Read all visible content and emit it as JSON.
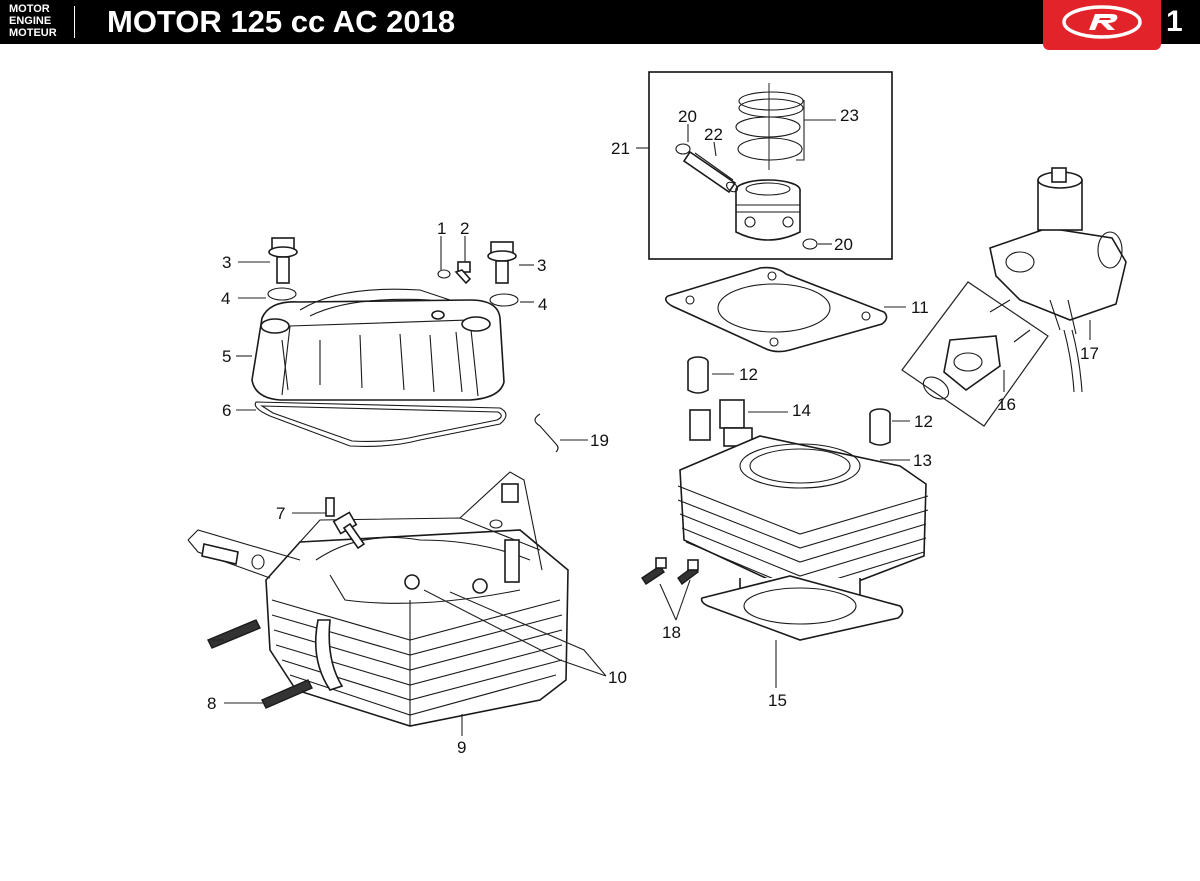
{
  "header": {
    "section_lines": [
      "MOTOR",
      "ENGINE",
      "MOTEUR"
    ],
    "title": "MOTOR 125 cc AC 2018",
    "page_number": "1",
    "bar_color": "#000000",
    "brand_color": "#e3232a"
  },
  "callouts": [
    {
      "id": "c1",
      "text": "1"
    },
    {
      "id": "c2",
      "text": "2"
    },
    {
      "id": "c3a",
      "text": "3"
    },
    {
      "id": "c3b",
      "text": "3"
    },
    {
      "id": "c4a",
      "text": "4"
    },
    {
      "id": "c4b",
      "text": "4"
    },
    {
      "id": "c5",
      "text": "5"
    },
    {
      "id": "c6",
      "text": "6"
    },
    {
      "id": "c7",
      "text": "7"
    },
    {
      "id": "c8",
      "text": "8"
    },
    {
      "id": "c9",
      "text": "9"
    },
    {
      "id": "c10",
      "text": "10"
    },
    {
      "id": "c11",
      "text": "11"
    },
    {
      "id": "c12a",
      "text": "12"
    },
    {
      "id": "c12b",
      "text": "12"
    },
    {
      "id": "c13",
      "text": "13"
    },
    {
      "id": "c14",
      "text": "14"
    },
    {
      "id": "c15",
      "text": "15"
    },
    {
      "id": "c16",
      "text": "16"
    },
    {
      "id": "c17",
      "text": "17"
    },
    {
      "id": "c18",
      "text": "18"
    },
    {
      "id": "c19",
      "text": "19"
    },
    {
      "id": "c20a",
      "text": "20"
    },
    {
      "id": "c20b",
      "text": "20"
    },
    {
      "id": "c21",
      "text": "21"
    },
    {
      "id": "c22",
      "text": "22"
    },
    {
      "id": "c23",
      "text": "23"
    }
  ]
}
